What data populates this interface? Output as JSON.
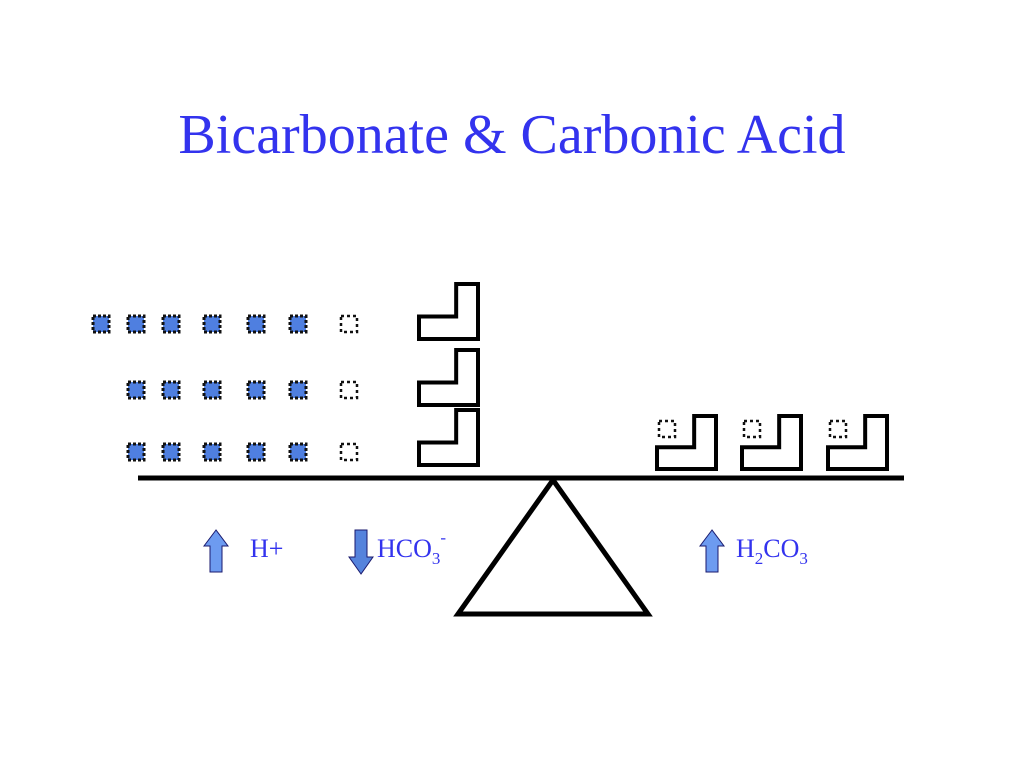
{
  "slide": {
    "title": "Bicarbonate & Carbonic Acid",
    "colors": {
      "title": "#3333ee",
      "label": "#3333ee",
      "hydrogen_fill": "#4f7fe0",
      "arrow_up": "#6d9bf0",
      "arrow_down": "#5583dc",
      "line": "#000000"
    }
  },
  "diagram": {
    "left_pan": {
      "hydrogen_ion_rows": [
        6,
        5,
        5
      ],
      "empty_bond_sites_per_row": 1,
      "bicarbonate_count": 3
    },
    "right_pan": {
      "carbonic_acid_count": 3
    },
    "labels": {
      "h_ion": {
        "text": "H+",
        "arrow": "up",
        "icon": "up-arrow-icon"
      },
      "bicarbonate": {
        "base": "HCO",
        "sub": "3",
        "sup": "-",
        "arrow": "down",
        "icon": "down-arrow-icon"
      },
      "carbonic_acid": {
        "part1": "H",
        "sub1": "2",
        "part2": "CO",
        "sub2": "3",
        "arrow": "up",
        "icon": "up-arrow-icon"
      }
    }
  }
}
